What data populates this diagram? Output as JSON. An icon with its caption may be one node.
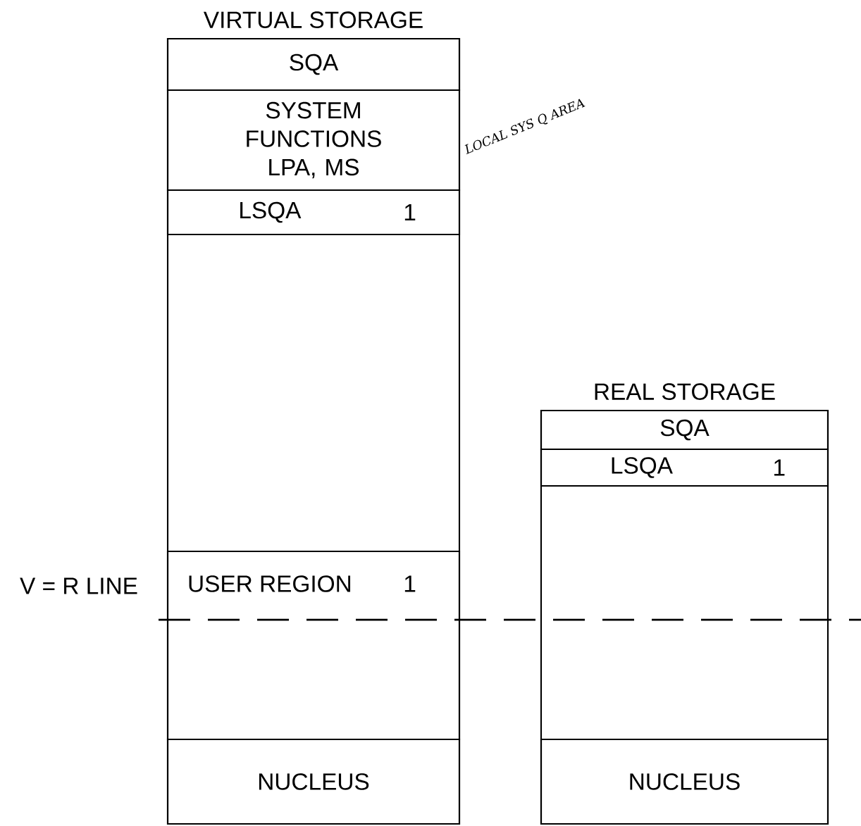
{
  "diagram": {
    "nodes": [
      {
        "text": [
          "VIRTUAL STORAGE"
        ]
      },
      {
        "text": [
          "SQA"
        ],
        "in": 0
      },
      {
        "text": [
          "SYSTEM FUNCTIONS LPA, MS"
        ],
        "in": 0
      },
      {
        "text": [
          "LSQA",
          "1"
        ],
        "in": 0
      },
      {
        "text": [
          "USER REGION",
          "1"
        ],
        "in": 0
      },
      {
        "text": [
          "NUCLEUS"
        ],
        "in": 0
      },
      {
        "text": [
          "REAL STORAGE"
        ]
      },
      {
        "text": [
          "SQA"
        ],
        "in": 6
      },
      {
        "text": [
          "LSQA",
          "1"
        ],
        "in": 6
      },
      {
        "text": [
          "NUCLEUS"
        ],
        "in": 6
      }
    ],
    "edges": [],
    "labels": [
      "V = R LINE",
      "LOCAL SYS Q AREA"
    ]
  }
}
